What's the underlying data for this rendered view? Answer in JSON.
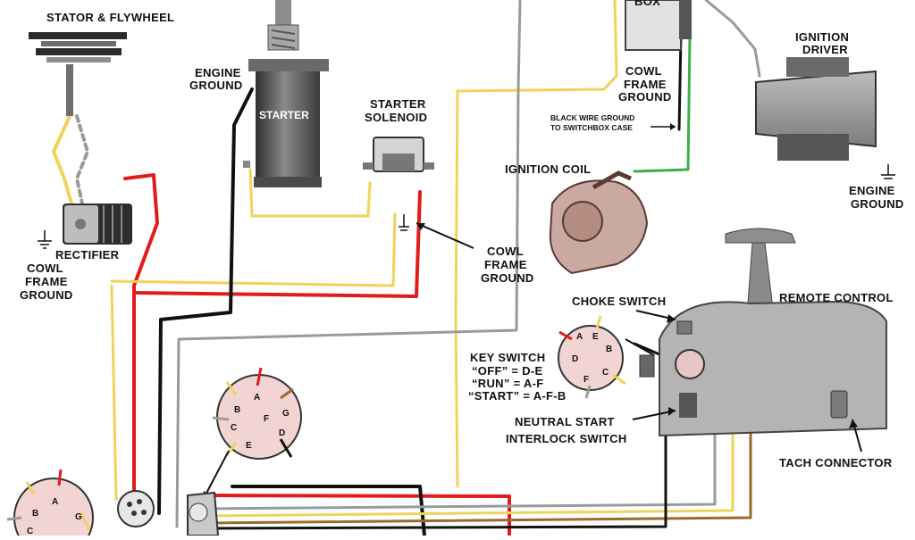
{
  "labels": {
    "stator_flywheel": "STATOR & FLYWHEEL",
    "engine_ground_left": [
      "ENGINE",
      "GROUND"
    ],
    "starter": "STARTER",
    "starter_solenoid": [
      "STARTER",
      "SOLENOID"
    ],
    "switchbox_partial": "BOX",
    "cowl_frame_ground_top": [
      "COWL",
      "FRAME",
      "GROUND"
    ],
    "ignition_driver": [
      "IGNITION",
      "DRIVER"
    ],
    "black_wire_note": [
      "BLACK WIRE GROUND",
      "TO SWITCHBOX CASE"
    ],
    "ignition_coil": "IGNITION COIL",
    "engine_ground_right": [
      "ENGINE",
      "GROUND"
    ],
    "rectifier": "RECTIFIER",
    "cowl_frame_ground_left": [
      "COWL",
      "FRAME",
      "GROUND"
    ],
    "cowl_frame_ground_mid": [
      "COWL",
      "FRAME",
      "GROUND"
    ],
    "choke_switch": "CHOKE SWITCH",
    "remote_control": "REMOTE CONTROL",
    "key_switch": [
      "KEY SWITCH",
      "“OFF” = D-E",
      "“RUN” = A-F",
      "“START” = A-F-B"
    ],
    "neutral_start": [
      "NEUTRAL START",
      "INTERLOCK SWITCH"
    ],
    "tach_connector": "TACH CONNECTOR"
  },
  "key_switch_pins": {
    "remote": [
      "A",
      "E",
      "B",
      "D",
      "F",
      "C"
    ],
    "dash": [
      "A",
      "B",
      "F",
      "G",
      "C",
      "E",
      "D"
    ],
    "corner": [
      "A",
      "B",
      "G",
      "C"
    ]
  },
  "wire_colors": {
    "red": "#e21b1b",
    "yellow": "#f0d35a",
    "black": "#111111",
    "gray": "#9a9a9a",
    "green": "#3cb04a",
    "brown": "#9a6a2e",
    "white": "#f4f4f4"
  }
}
